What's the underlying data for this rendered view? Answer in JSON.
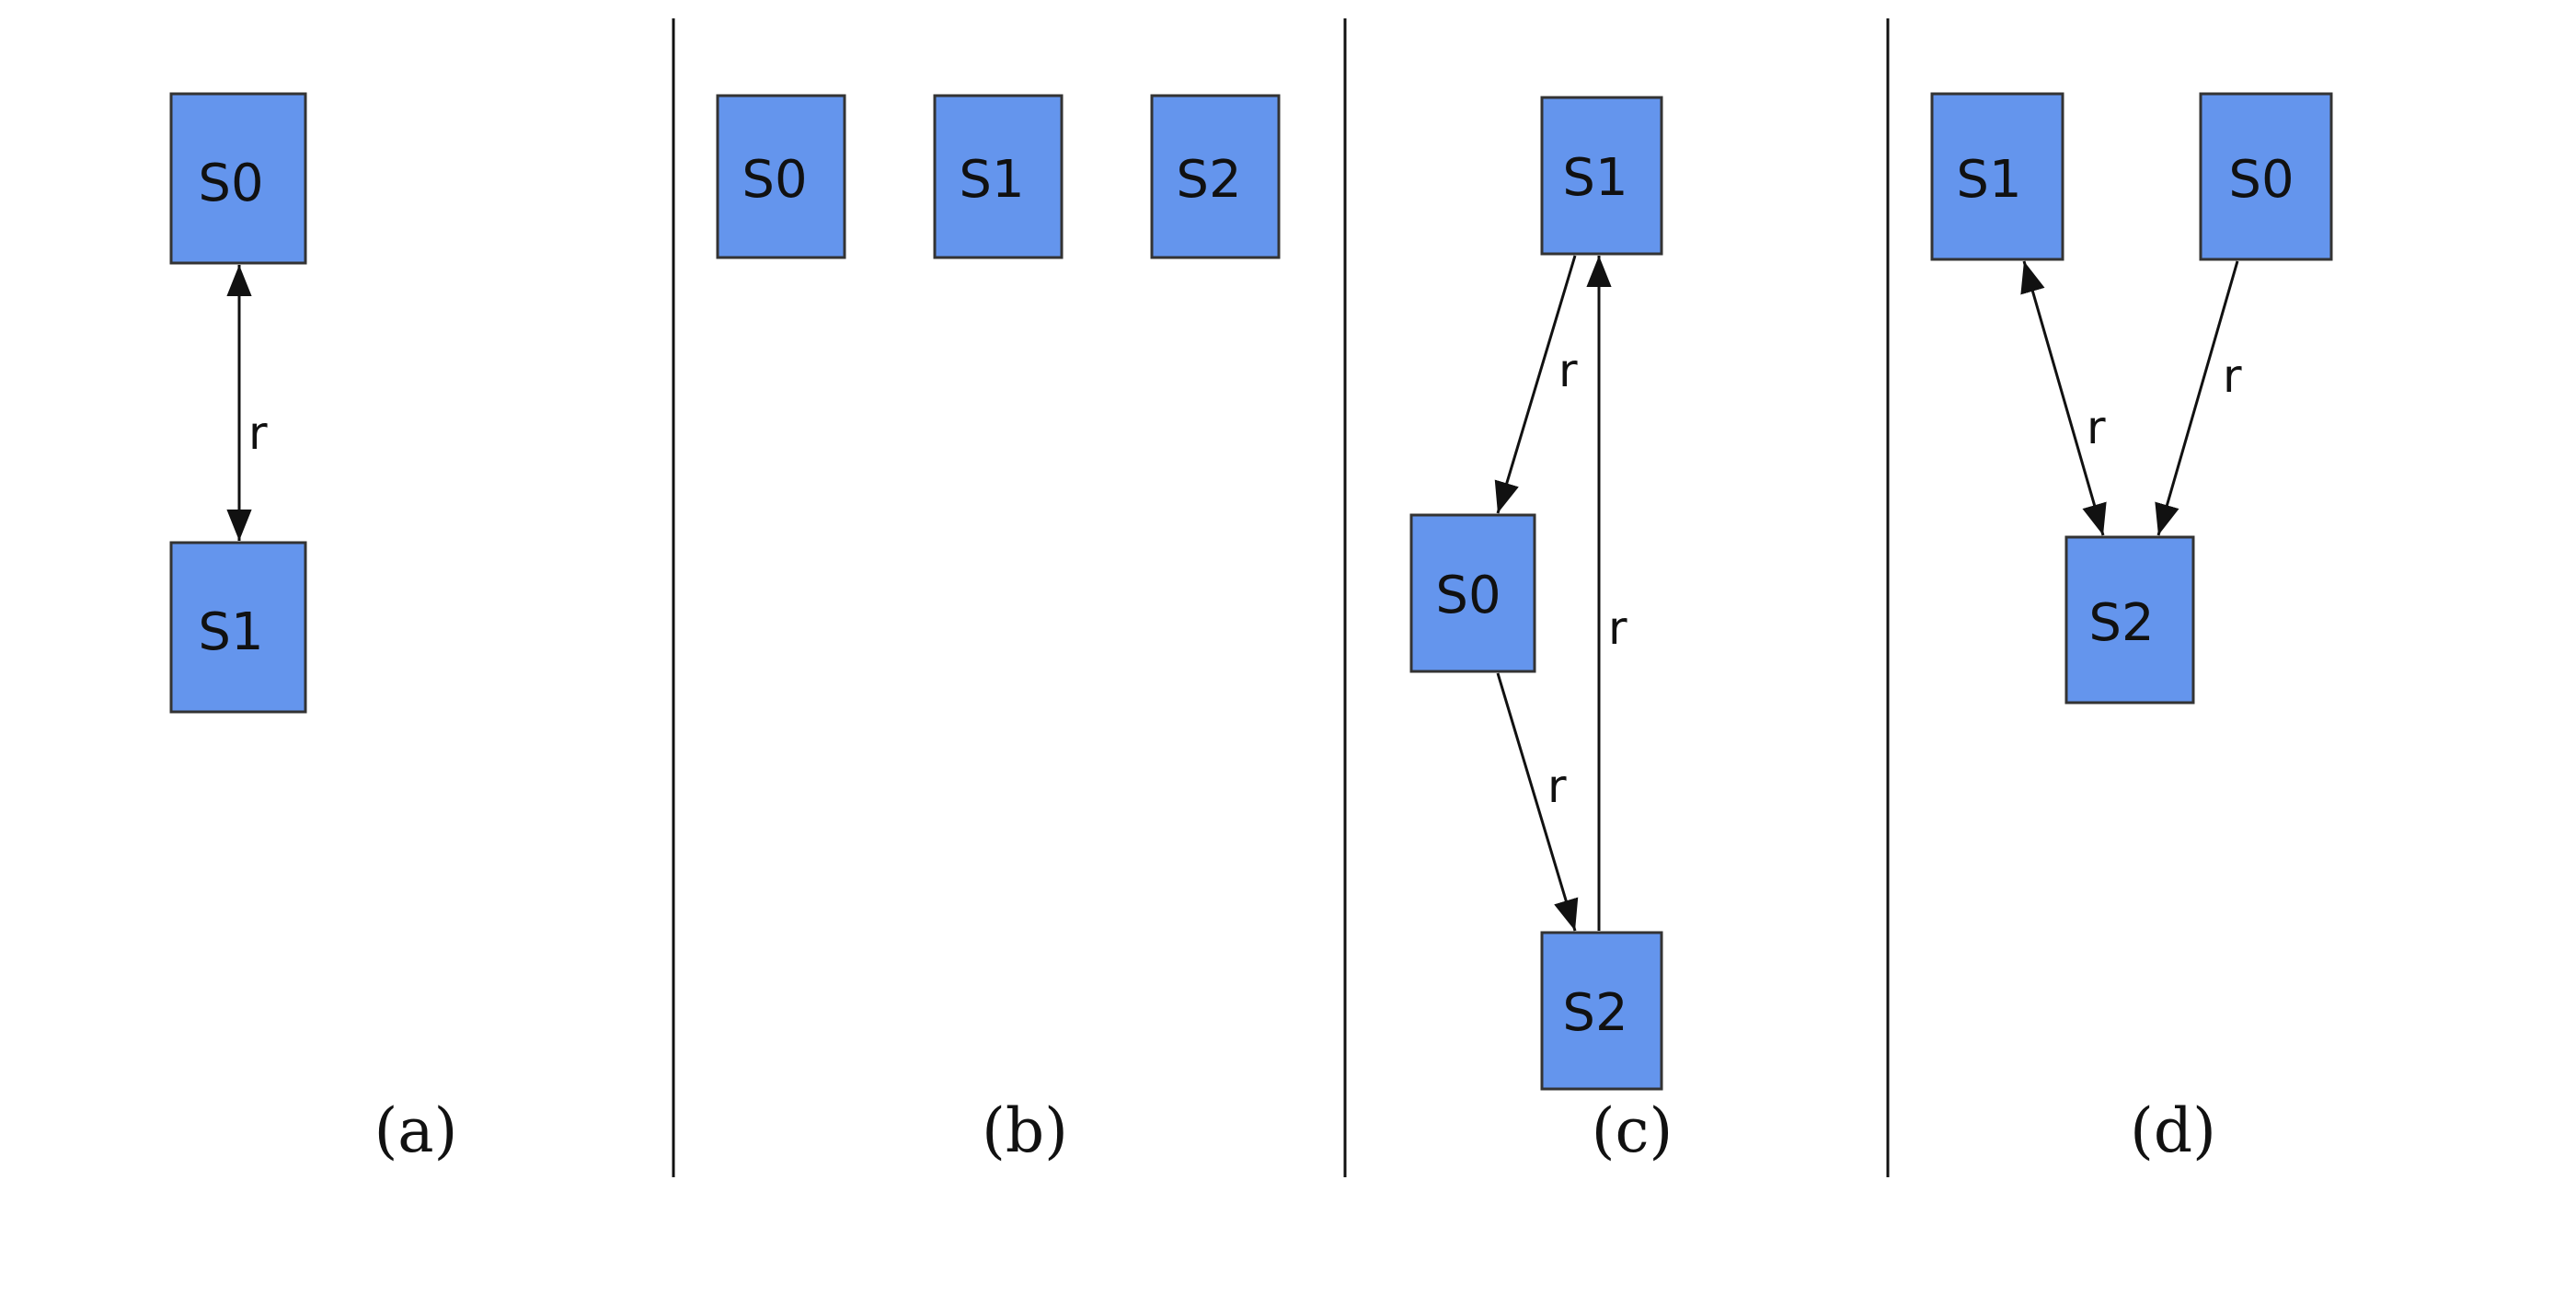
{
  "panels": {
    "a": {
      "caption": "(a)",
      "nodes": {
        "S0": "S0",
        "S1": "S1"
      },
      "edges": {
        "e1": "r"
      }
    },
    "b": {
      "caption": "(b)",
      "nodes": {
        "S0": "S0",
        "S1": "S1",
        "S2": "S2"
      }
    },
    "c": {
      "caption": "(c)",
      "nodes": {
        "S0": "S0",
        "S1": "S1",
        "S2": "S2"
      },
      "edges": {
        "e1": "r",
        "e2": "r",
        "e3": "r"
      }
    },
    "d": {
      "caption": "(d)",
      "nodes": {
        "S0": "S0",
        "S1": "S1",
        "S2": "S2"
      },
      "edges": {
        "e1": "r",
        "e2": "r"
      }
    }
  },
  "colors": {
    "node_fill": "#6495ED",
    "node_stroke": "#333333",
    "line": "#111111"
  }
}
